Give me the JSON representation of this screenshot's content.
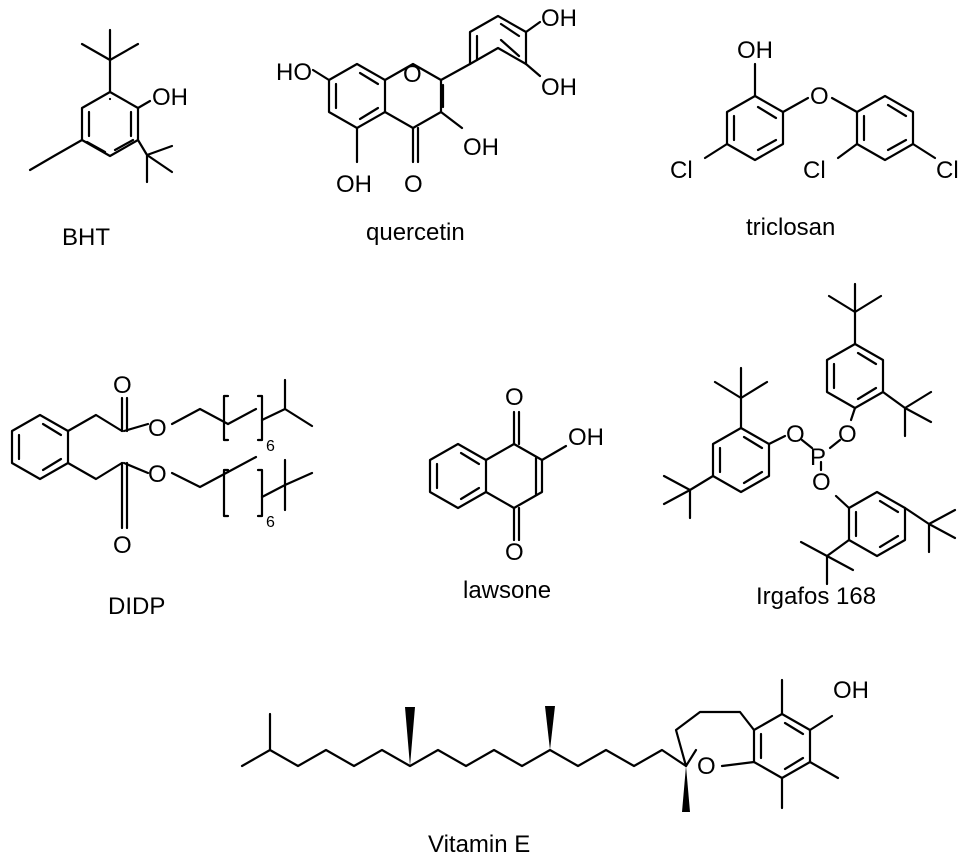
{
  "compounds": [
    {
      "name": "BHT",
      "labels": {
        "oh": "OH"
      }
    },
    {
      "name": "quercetin",
      "labels": {
        "ho_left": "HO",
        "o_ring": "O",
        "oh_top": "OH",
        "oh_mid": "OH",
        "oh_3": "OH",
        "oh_5": "OH",
        "o_keto": "O"
      }
    },
    {
      "name": "triclosan",
      "labels": {
        "oh": "OH",
        "o_ether": "O",
        "cl_left": "Cl",
        "cl_mid": "Cl",
        "cl_right": "Cl"
      }
    },
    {
      "name": "DIDP",
      "labels": {
        "o_carbonyl_top": "O",
        "o_ester_top": "O",
        "o_ester_bot": "O",
        "o_carbonyl_bot": "O",
        "sub_top": "6",
        "sub_bot": "6"
      }
    },
    {
      "name": "lawsone",
      "labels": {
        "o_top": "O",
        "oh": "OH",
        "o_bot": "O"
      }
    },
    {
      "name": "Irgafos 168",
      "labels": {
        "o1": "O",
        "p": "P",
        "o2": "O",
        "o3": "O"
      }
    },
    {
      "name": "Vitamin E",
      "labels": {
        "oh": "OH",
        "o_ring": "O"
      }
    }
  ]
}
